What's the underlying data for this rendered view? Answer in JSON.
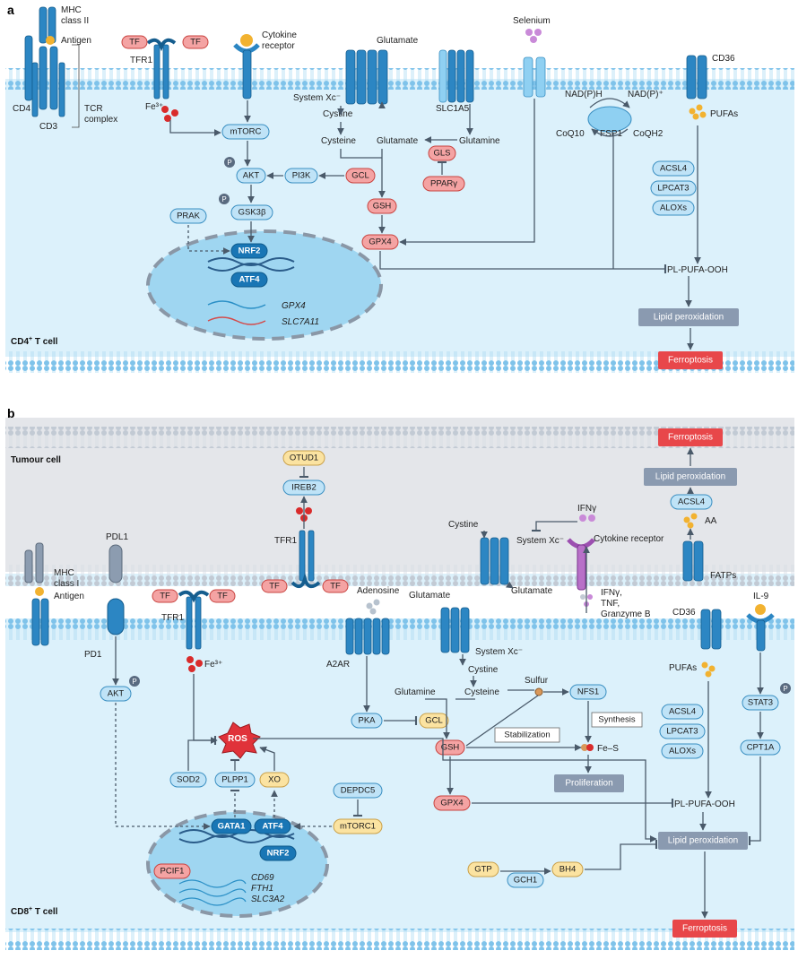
{
  "panel_a": {
    "letter": "a",
    "cell_label": "CD4",
    "cell_label_sup": "+",
    "cell_label_tail": " T cell",
    "mhc_line1": "MHC",
    "mhc_line2": "class II",
    "antigen": "Antigen",
    "cd4": "CD4",
    "cd3": "CD3",
    "tcr_line1": "TCR",
    "tcr_line2": "complex",
    "tf": "TF",
    "tfr1": "TFR1",
    "fe3": "Fe³⁺",
    "cytokine_receptor_line1": "Cytokine",
    "cytokine_receptor_line2": "receptor",
    "glutamate_top": "Glutamate",
    "system_xc": "System Xc⁻",
    "cystine": "Cystine",
    "cysteine": "Cysteine",
    "glutamate_mid": "Glutamate",
    "glutamine": "Glutamine",
    "slc1a5": "SLC1A5",
    "selenium": "Selenium",
    "nadph": "NAD(P)H",
    "nadp": "NAD(P)⁺",
    "coq10": "CoQ10",
    "fsp1": "FSP1",
    "coqh2": "CoQH2",
    "cd36": "CD36",
    "pufas": "PUFAs",
    "mtorc": "mTORC",
    "akt": "AKT",
    "pi3k": "PI3K",
    "gcl": "GCL",
    "gls": "GLS",
    "ppar": "PPARγ",
    "gsk3b": "GSK3β",
    "prak": "PRAK",
    "gsh": "GSH",
    "gpx4": "GPX4",
    "acsl4": "ACSL4",
    "lpcat3": "LPCAT3",
    "aloxs": "ALOXs",
    "nrf2": "NRF2",
    "atf4": "ATF4",
    "gene_gpx4": "GPX4",
    "gene_slc7a11": "SLC7A11",
    "pl_pufa_ooh": "PL-PUFA-OOH",
    "lipid_peroxidation": "Lipid peroxidation",
    "ferroptosis": "Ferroptosis",
    "p": "P"
  },
  "panel_b": {
    "letter": "b",
    "tumour_cell": "Tumour cell",
    "cell_label": "CD8",
    "cell_label_sup": "+",
    "cell_label_tail": " T cell",
    "ferroptosis_top": "Ferroptosis",
    "lipid_peroxidation_top": "Lipid peroxidation",
    "acsl4_top": "ACSL4",
    "aa": "AA",
    "fatps": "FATPs",
    "otud1": "OTUD1",
    "ireb2": "IREB2",
    "tfr1_tumour": "TFR1",
    "tf": "TF",
    "cystine_tumour": "Cystine",
    "system_xc_tumour": "System Xc⁻",
    "glutamate_tumour": "Glutamate",
    "ifng": "IFNγ",
    "cytokine_receptor": "Cytokine receptor",
    "ifn_line1": "IFNγ,",
    "ifn_line2": "TNF,",
    "ifn_line3": "Granzyme B",
    "mhc_line1": "MHC",
    "mhc_line2": "class I",
    "antigen": "Antigen",
    "pdl1": "PDL1",
    "pd1": "PD1",
    "akt": "AKT",
    "tfr1": "TFR1",
    "fe3": "Fe³⁺",
    "adenosine": "Adenosine",
    "a2ar": "A2AR",
    "glutamate": "Glutamate",
    "system_xc": "System Xc⁻",
    "cystine": "Cystine",
    "cysteine": "Cysteine",
    "glutamine": "Glutamine",
    "sulfur": "Sulfur",
    "nfs1": "NFS1",
    "synthesis": "Synthesis",
    "stabilization": "Stabilization",
    "fe_s": "Fe–S",
    "proliferation": "Proliferation",
    "cd36": "CD36",
    "pufas": "PUFAs",
    "il9": "IL-9",
    "stat3": "STAT3",
    "cpt1a": "CPT1A",
    "acsl4": "ACSL4",
    "lpcat3": "LPCAT3",
    "aloxs": "ALOXs",
    "pka": "PKA",
    "gcl": "GCL",
    "gsh": "GSH",
    "gpx4": "GPX4",
    "ros": "ROS",
    "sod2": "SOD2",
    "plpp1": "PLPP1",
    "xo": "XO",
    "depdc5": "DEPDC5",
    "mtorc1": "mTORC1",
    "gata1": "GATA1",
    "atf4": "ATF4",
    "nrf2": "NRF2",
    "pcif1": "PCIF1",
    "gene_cd69": "CD69",
    "gene_fth1": "FTH1",
    "gene_slc3a2": "SLC3A2",
    "gtp": "GTP",
    "gch1": "GCH1",
    "bh4": "BH4",
    "pl_pufa_ooh": "PL-PUFA-OOH",
    "lipid_peroxidation": "Lipid peroxidation",
    "ferroptosis": "Ferroptosis",
    "p": "P"
  },
  "colors": {
    "cell_bg": "#dcf1fb",
    "membrane": "#4ea3d4",
    "tumour_bg": "#e4e6ea",
    "pill_blue": "#bfe3f7",
    "pill_red": "#f4a3a3",
    "pill_yellow": "#fbe3a1",
    "nucleus": "#9fd6f1",
    "ferroptosis": "#e8474a",
    "grey_box": "#8a9ab0"
  }
}
